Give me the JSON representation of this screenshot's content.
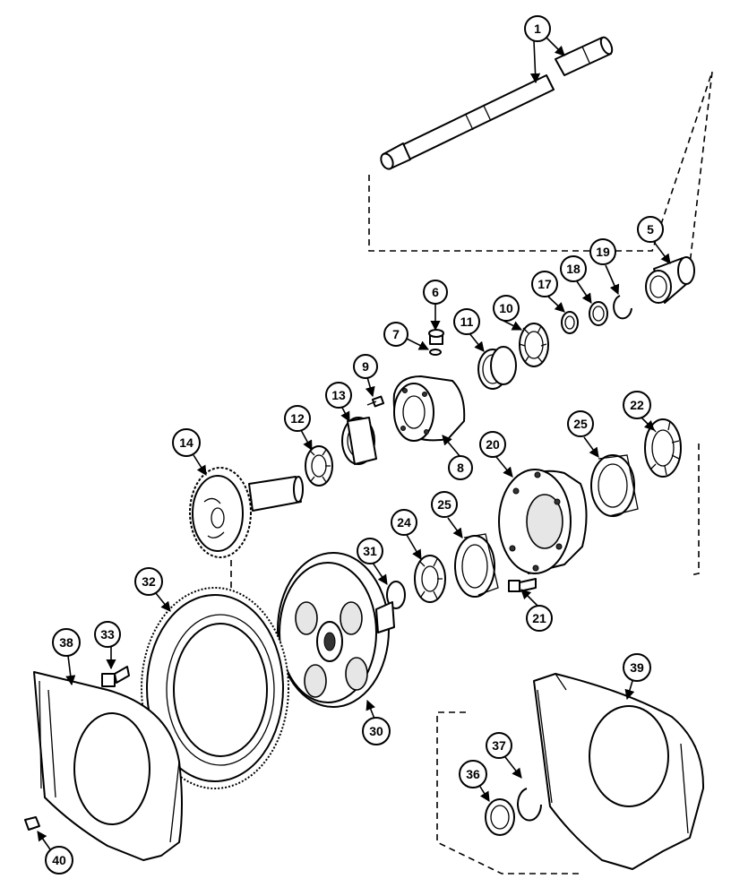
{
  "callouts": [
    {
      "id": "1"
    },
    {
      "id": "5"
    },
    {
      "id": "6"
    },
    {
      "id": "7"
    },
    {
      "id": "8"
    },
    {
      "id": "9"
    },
    {
      "id": "10"
    },
    {
      "id": "11"
    },
    {
      "id": "12"
    },
    {
      "id": "13"
    },
    {
      "id": "14"
    },
    {
      "id": "17"
    },
    {
      "id": "18"
    },
    {
      "id": "19"
    },
    {
      "id": "20"
    },
    {
      "id": "21"
    },
    {
      "id": "22"
    },
    {
      "id": "24"
    },
    {
      "id": "25"
    },
    {
      "id": "25"
    },
    {
      "id": "30"
    },
    {
      "id": "31"
    },
    {
      "id": "32"
    },
    {
      "id": "33"
    },
    {
      "id": "36"
    },
    {
      "id": "37"
    },
    {
      "id": "38"
    },
    {
      "id": "39"
    },
    {
      "id": "40"
    }
  ]
}
